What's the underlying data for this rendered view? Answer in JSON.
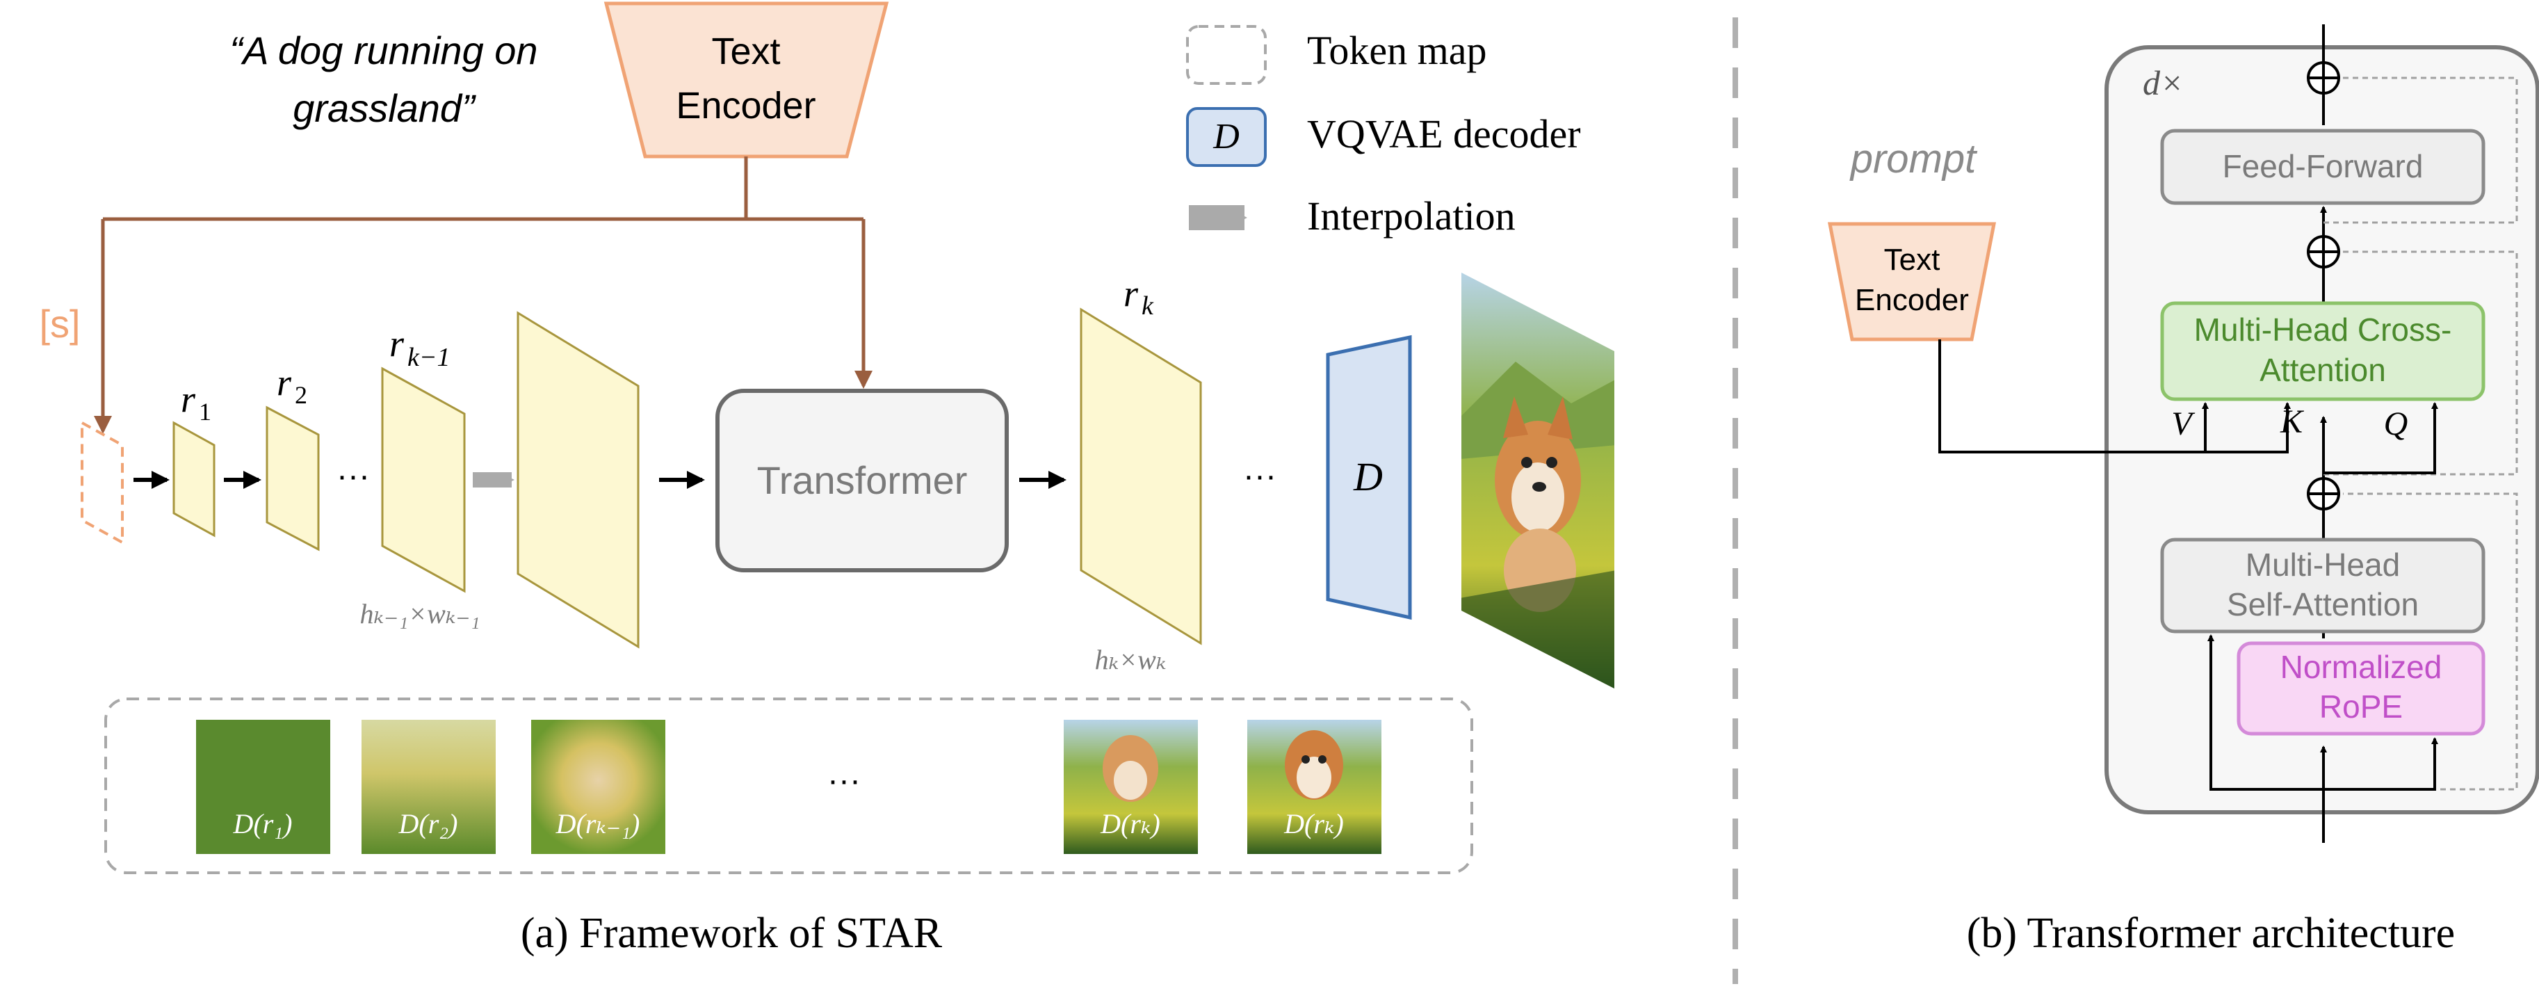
{
  "left_panel": {
    "prompt_quote_line1": "“A dog running on",
    "prompt_quote_line2": "grassland”",
    "text_encoder_line1": "Text",
    "text_encoder_line2": "Encoder",
    "start_token": "[s]",
    "r1": "r",
    "r1_sub": "1",
    "r2": "r",
    "r2_sub": "2",
    "rk1": "r",
    "rk1_sub": "k−1",
    "rk": "r",
    "rk_sub": "k",
    "ellipsis": "···",
    "dim_prev": "hₖ₋₁×wₖ₋₁",
    "dim_cur": "hₖ×wₖ",
    "transformer": "Transformer",
    "decoder_letter": "D",
    "decoded_labels": [
      "D(r₁)",
      "D(r₂)",
      "D(rₖ₋₁)",
      "D(rₖ)",
      "D(rₖ)"
    ],
    "caption": "(a) Framework of  STAR"
  },
  "legend": {
    "token_map": "Token map",
    "vqvae_decoder": "VQVAE decoder",
    "decoder_letter": "D",
    "interpolation": "Interpolation"
  },
  "right_panel": {
    "prompt": "prompt",
    "text_encoder_line1": "Text",
    "text_encoder_line2": "Encoder",
    "repeat": "d×",
    "feed_forward": "Feed-Forward",
    "cross_attention_line1": "Multi-Head Cross-",
    "cross_attention_line2": "Attention",
    "self_attention_line1": "Multi-Head",
    "self_attention_line2": "Self-Attention",
    "rope_line1": "Normalized",
    "rope_line2": "RoPE",
    "v": "V",
    "k": "K",
    "q": "Q",
    "caption": "(b) Transformer architecture"
  },
  "colors": {
    "orange_fill": "#fbe3d3",
    "orange_stroke": "#f0a374",
    "brown_line": "#9a5e3f",
    "yellow_fill": "#fdf8d2",
    "yellow_stroke": "#a8963d",
    "blue_fill": "#d7e3f3",
    "blue_stroke": "#3b6fb0",
    "green_fill": "#dbefd1",
    "green_stroke": "#8cc36a",
    "green_text": "#4b8a2d",
    "pink_fill": "#f9d7f5",
    "pink_stroke": "#d48ad9",
    "pink_text": "#c04fc8",
    "gray_text": "#7a7a7a"
  }
}
